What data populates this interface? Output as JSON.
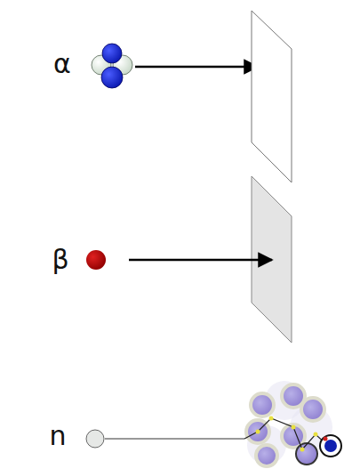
{
  "diagram": {
    "labels": [
      "α",
      "β",
      "n"
    ]
  }
}
